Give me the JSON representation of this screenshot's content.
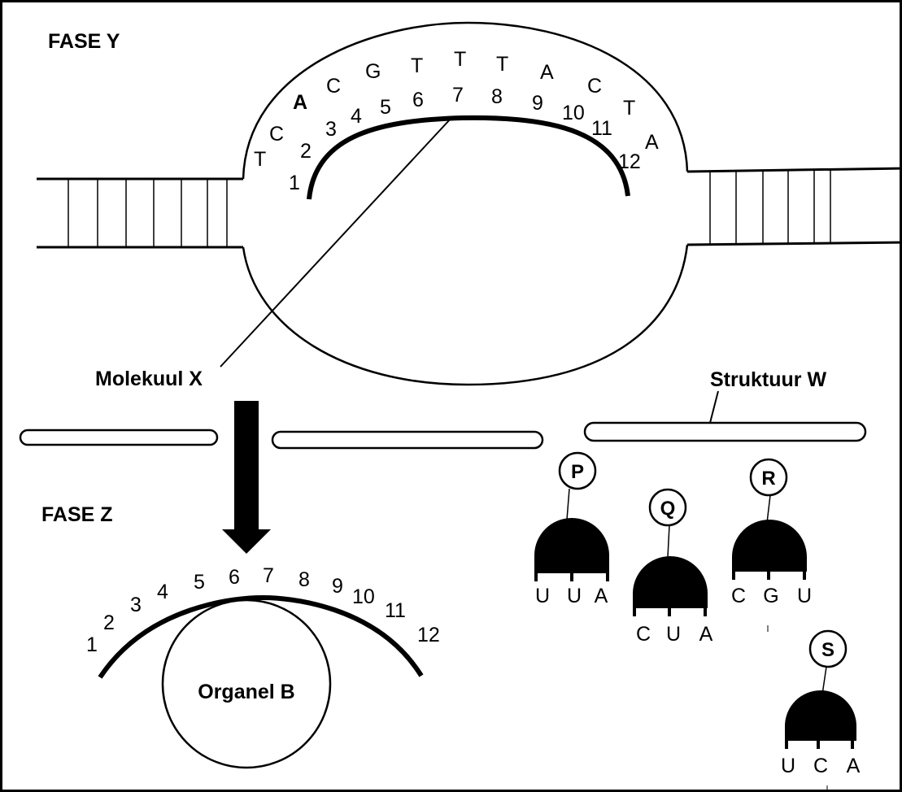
{
  "phase_y_label": "FASE Y",
  "phase_z_label": "FASE Z",
  "molecule_label": "Molekuul X",
  "structure_label": "Struktuur W",
  "organelle_label": "Organel B",
  "dna_bases": [
    "T",
    "C",
    "A",
    "C",
    "G",
    "T",
    "T",
    "T",
    "A",
    "C",
    "T",
    "A"
  ],
  "dna_numbers": [
    "1",
    "2",
    "3",
    "4",
    "5",
    "6",
    "7",
    "8",
    "9",
    "10",
    "11",
    "12"
  ],
  "mrna_numbers": [
    "1",
    "2",
    "3",
    "4",
    "5",
    "6",
    "7",
    "8",
    "9",
    "10",
    "11",
    "12"
  ],
  "trnas": [
    {
      "letter": "P",
      "anticodon": [
        "U",
        "U",
        "A"
      ]
    },
    {
      "letter": "Q",
      "anticodon": [
        "C",
        "U",
        "A"
      ]
    },
    {
      "letter": "R",
      "anticodon": [
        "C",
        "G",
        "U"
      ]
    },
    {
      "letter": "S",
      "anticodon": [
        "U",
        "C",
        "A"
      ]
    }
  ]
}
